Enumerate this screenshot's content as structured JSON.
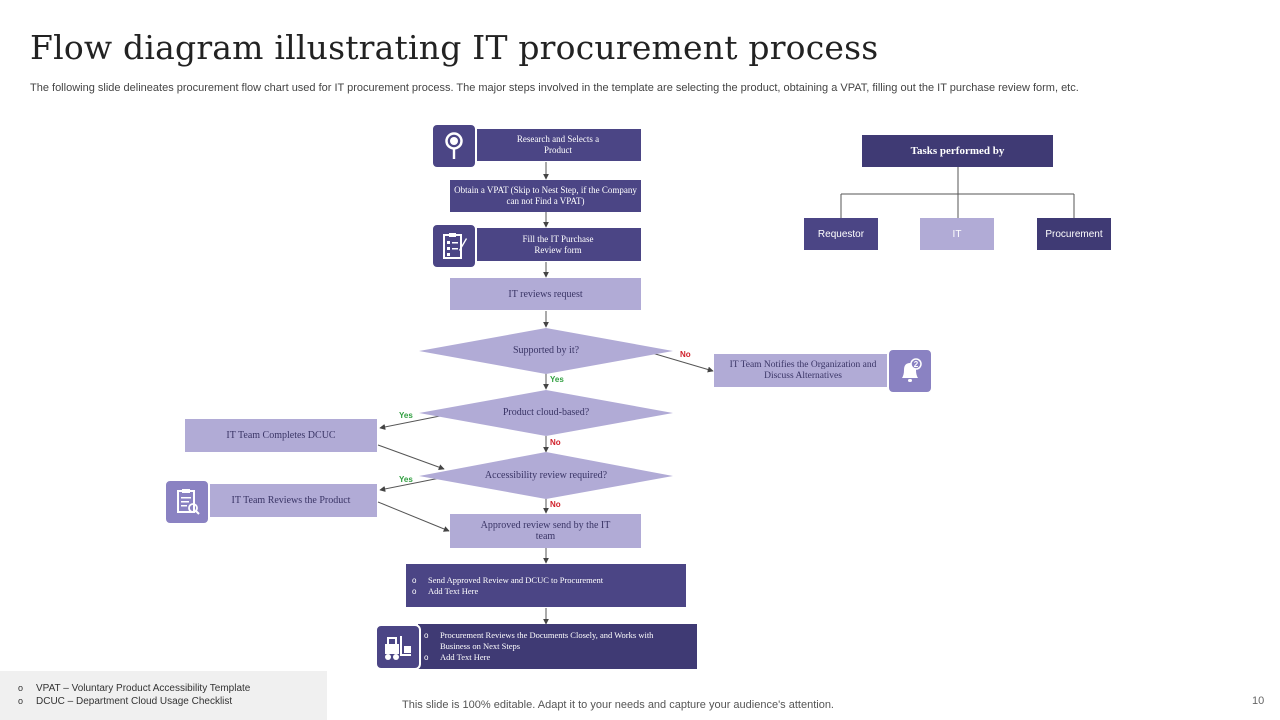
{
  "title": "Flow diagram illustrating IT procurement process",
  "subtitle": "The following slide delineates procurement flow chart used for IT procurement process. The major steps involved in the template are selecting the product, obtaining a VPAT,  filling out the IT purchase review form, etc.",
  "flow": {
    "step1": "Research and Selects a Product",
    "step2": "Obtain a VPAT (Skip to Nest Step, if the Company can not Find a VPAT)",
    "step3": "Fill the IT Purchase Review form",
    "step4": "IT reviews request",
    "decision1": "Supported by it?",
    "notify": "IT Team Notifies the Organization and Discuss Alternatives",
    "decision2": "Product cloud-based?",
    "dcuc": "IT Team Completes DCUC",
    "decision3": "Accessibility review required?",
    "review_product": "IT Team Reviews the Product",
    "approved": "Approved review send by the IT team",
    "send_bullets": [
      "Send Approved Review and DCUC to Procurement",
      "Add Text Here"
    ],
    "procurement_bullets": [
      "Procurement Reviews the Documents Closely, and Works with Business on Next Steps",
      "Add Text Here"
    ],
    "yes": "Yes",
    "no": "No"
  },
  "tasks": {
    "header": "Tasks performed by",
    "roles": [
      "Requestor",
      "IT",
      "Procurement"
    ]
  },
  "legend": [
    "VPAT – Voluntary Product Accessibility Template",
    "DCUC  – Department Cloud Usage Checklist"
  ],
  "footer": "This slide is 100% editable. Adapt it to your needs and capture your audience's attention.",
  "page_number": "10",
  "icons": [
    "magnifier-icon",
    "clipboard-checklist-icon",
    "bell-notification-icon",
    "review-document-icon",
    "forklift-icon"
  ],
  "colors": {
    "dark": "#4b4585",
    "darker": "#3f3a74",
    "light": "#b1abd6",
    "yes": "#2e9e3e",
    "no": "#d0202a"
  }
}
